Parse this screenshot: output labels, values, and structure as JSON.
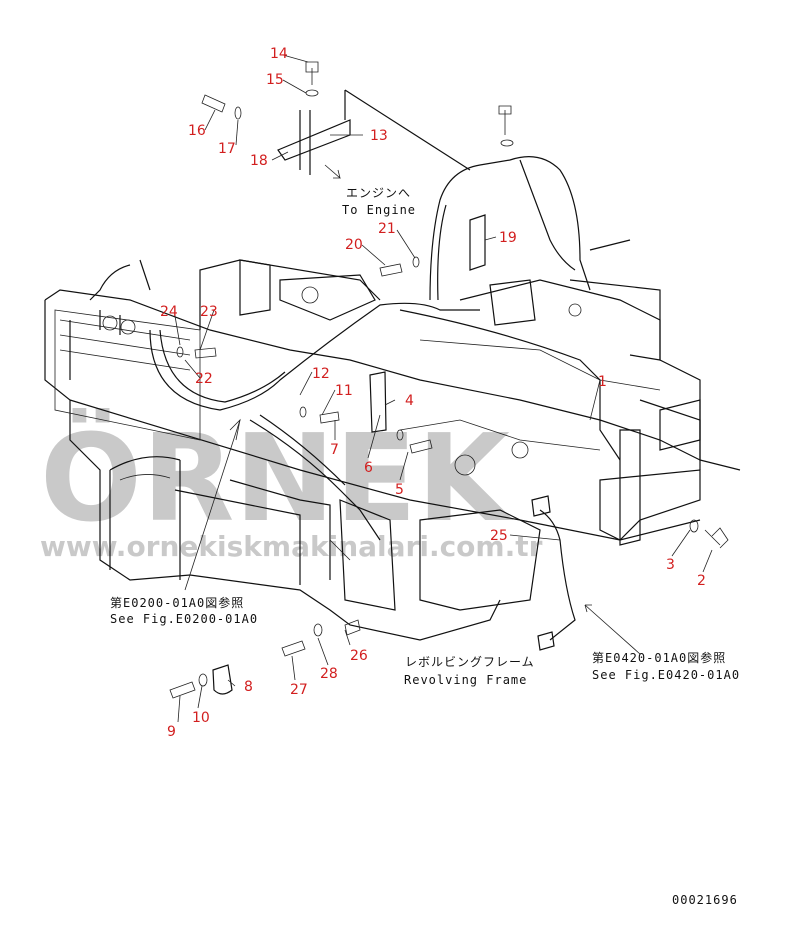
{
  "watermark": {
    "brand": "ÖRNEK",
    "url": "www.ornekiskmakinalari.com.tr",
    "color": "#c9c9c9"
  },
  "part_label_color": "#d21f1f",
  "part_labels": [
    "14",
    "15",
    "16",
    "17",
    "13",
    "18",
    "19",
    "21",
    "20",
    "23",
    "24",
    "22",
    "12",
    "1",
    "11",
    "4",
    "7",
    "6",
    "5",
    "25",
    "3",
    "2",
    "26",
    "28",
    "27",
    "8",
    "10",
    "9"
  ],
  "references": {
    "engine_jp": "エンジンへ",
    "engine_en": "To Engine",
    "fig_e0200_jp": "第E0200-01A0図参照",
    "fig_e0200_en": "See Fig.E0200-01A0",
    "revolving_jp": "レボルビングフレーム",
    "revolving_en": "Revolving Frame",
    "fig_e0420_jp": "第E0420-01A0図参照",
    "fig_e0420_en": "See Fig.E0420-01A0"
  },
  "drawing_number": "00021696"
}
